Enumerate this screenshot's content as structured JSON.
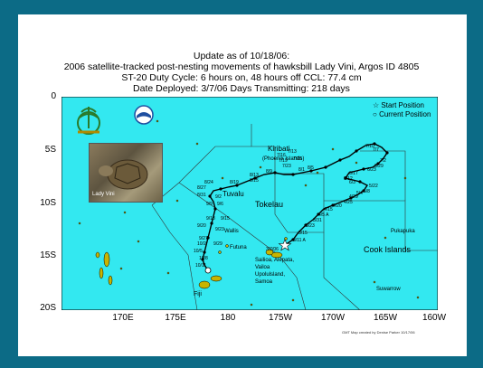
{
  "header": {
    "line1": "Update as of 10/18/06:",
    "line2": "2006 satellite-tracked post-nesting movements of hawksbill Lady Vini, Argos ID 4805",
    "line3": "ST-20  Duty Cycle: 6 hours on, 48 hours off    CCL:  77.4 cm",
    "line4": "Date Deployed: 3/7/06      Days Transmitting:  218 days"
  },
  "axes": {
    "y_ticks": [
      "0",
      "5S",
      "10S",
      "15S",
      "20S"
    ],
    "x_ticks": [
      "170E",
      "175E",
      "180",
      "175W",
      "170W",
      "165W",
      "160W"
    ]
  },
  "legend": {
    "start": "Start Position",
    "current": "Current Position"
  },
  "photo_label": "Lady Vini",
  "place_labels": {
    "kiribati": "Kiribati",
    "phoenix": "(Phoenix Islands)",
    "tuvalu": "Tuvalu",
    "tokelau": "Tokelau",
    "wallis": "Wallis",
    "futuna": "Futuna",
    "fiji": "Fiji",
    "samoa_1": "Sailioa, Alepata,",
    "samoa_2": "Vailoa",
    "samoa_3": "Upolulsland,",
    "samoa_4": "Samoa",
    "pukapuka": "Pukapuka",
    "cook": "Cook Islands",
    "suwarrow": "Suwarrow"
  },
  "track_dates": [
    "3/7/06",
    "3/11 A",
    "3/15",
    "3/23",
    "3/31",
    "4/5 A",
    "4/15",
    "4/20",
    "4/25",
    "4/29",
    "5/4",
    "5/8",
    "5/22",
    "6/3",
    "6/12",
    "6/17",
    "6/23",
    "6/29",
    "7/2",
    "7/7",
    "7/10",
    "7/13",
    "7/16",
    "7/19",
    "7/23",
    "7/28",
    "8/1",
    "8/5",
    "8/9",
    "8/13",
    "8/15",
    "8/19",
    "8/24",
    "8/27",
    "8/31",
    "9/2",
    "9/6",
    "9/9",
    "9/13",
    "9/15",
    "9/20",
    "9/23",
    "9/27",
    "9/29",
    "10/2",
    "10/5",
    "10/8",
    "10/11"
  ],
  "credit": "GMT Map created by Denise Parker 10/17/06",
  "colors": {
    "ocean": "#33e8f0",
    "land": "#c8b400",
    "track": "#000000",
    "frame": "#0c6b86"
  }
}
